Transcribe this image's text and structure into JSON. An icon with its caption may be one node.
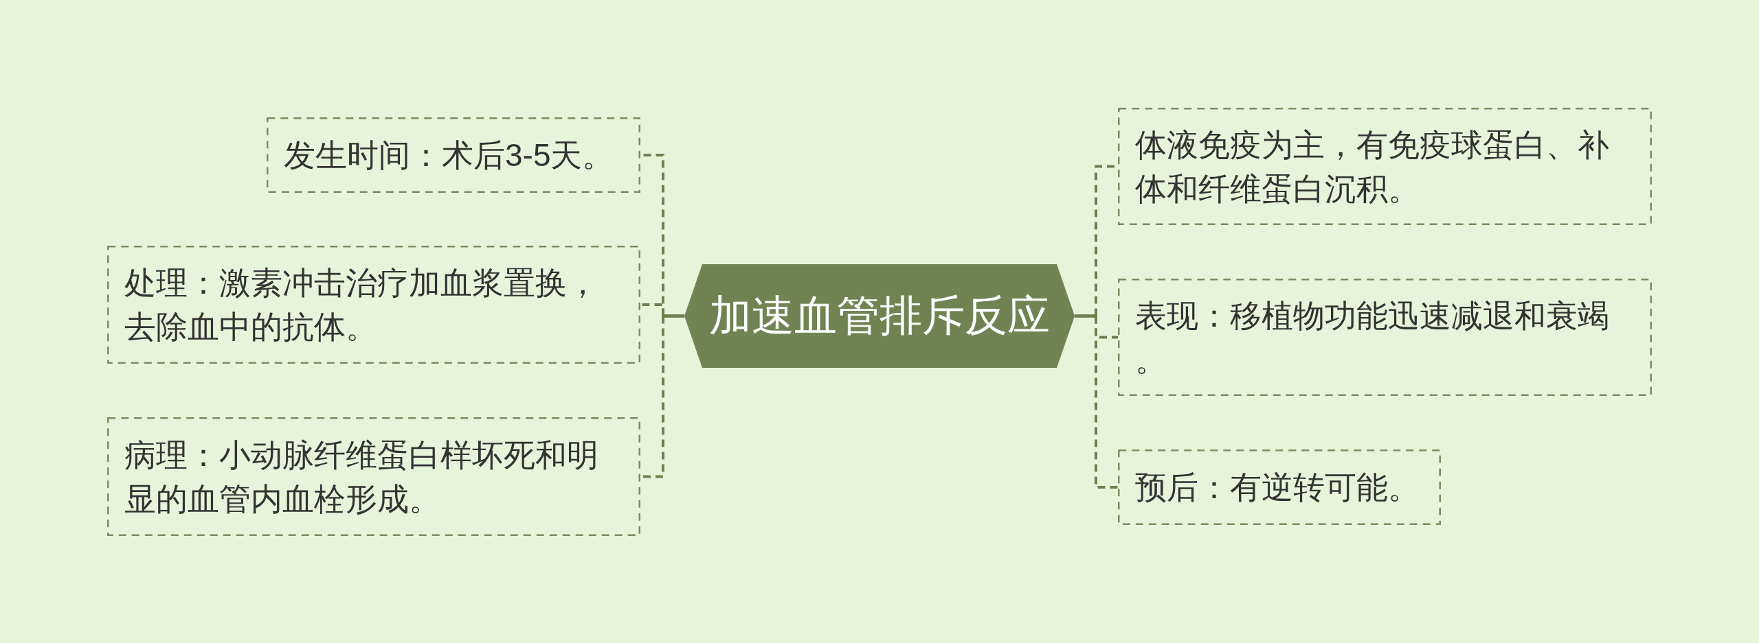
{
  "diagram": {
    "nodes": [
      {
        "text": [
          "加速血管排斥反应"
        ]
      },
      {
        "text": [
          "发生时间：术后3-5天。"
        ]
      },
      {
        "text": [
          "处理：激素冲击治疗加血浆置换，去除血中的抗体。"
        ]
      },
      {
        "text": [
          "病理：小动脉纤维蛋白样坏死和明显的血管内血栓形成。"
        ]
      },
      {
        "text": [
          "体液免疫为主，有免疫球蛋白、补体和纤维蛋白沉积。"
        ]
      },
      {
        "text": [
          "表现：移植物功能迅速减退和衰竭。"
        ]
      },
      {
        "text": [
          "预后：有逆转可能。"
        ]
      }
    ],
    "edges": [
      {
        "from": 0,
        "to": 1,
        "arrow": "none",
        "style": "dashed"
      },
      {
        "from": 0,
        "to": 2,
        "arrow": "none",
        "style": "dashed"
      },
      {
        "from": 0,
        "to": 3,
        "arrow": "none",
        "style": "dashed"
      },
      {
        "from": 0,
        "to": 4,
        "arrow": "none",
        "style": "dashed"
      },
      {
        "from": 0,
        "to": 5,
        "arrow": "none",
        "style": "dashed"
      },
      {
        "from": 0,
        "to": 6,
        "arrow": "none",
        "style": "dashed"
      }
    ]
  }
}
